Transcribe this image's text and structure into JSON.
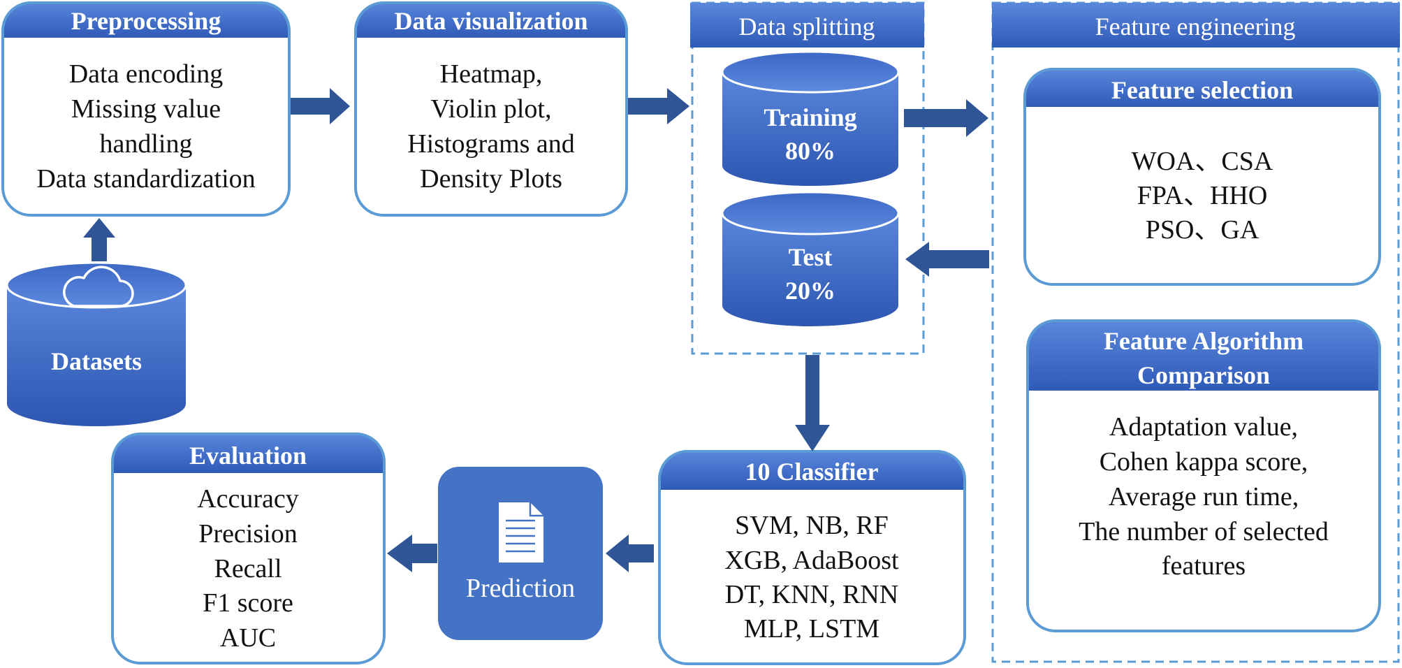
{
  "preprocessing": {
    "title": "Preprocessing",
    "lines": [
      "Data encoding",
      "Missing value",
      "handling",
      "Data standardization"
    ]
  },
  "visualization": {
    "title": "Data visualization",
    "lines": [
      "Heatmap,",
      "Violin plot,",
      "Histograms and",
      "Density Plots"
    ]
  },
  "splitting": {
    "title": "Data splitting",
    "training": {
      "label": "Training",
      "percent": "80%"
    },
    "test": {
      "label": "Test",
      "percent": "20%"
    }
  },
  "feature_engineering": {
    "title": "Feature engineering",
    "selection": {
      "title": "Feature selection",
      "lines": [
        "WOA、CSA",
        "FPA、HHO",
        "PSO、GA"
      ]
    },
    "comparison": {
      "title_lines": [
        "Feature Algorithm",
        "Comparison"
      ],
      "lines": [
        "Adaptation value,",
        "Cohen kappa score,",
        "Average run time,",
        "The number of selected",
        "features"
      ]
    }
  },
  "datasets": {
    "label": "Datasets"
  },
  "classifier": {
    "title": "10 Classifier",
    "lines": [
      "SVM, NB, RF",
      "XGB, AdaBoost",
      "DT, KNN, RNN",
      "MLP, LSTM"
    ]
  },
  "prediction": {
    "label": "Prediction"
  },
  "evaluation": {
    "title": "Evaluation",
    "lines": [
      "Accuracy",
      "Precision",
      "Recall",
      "F1 score",
      "AUC"
    ]
  },
  "colors": {
    "header": "#3a66c4",
    "border": "#5b9bd5",
    "arrow": "#2f5597",
    "cylinder_top": "#4f78d0",
    "cylinder_body": "#3a62c0",
    "prediction": "#4472c4"
  },
  "icons": {
    "datasets": "cloud-icon",
    "prediction": "document-icon"
  }
}
